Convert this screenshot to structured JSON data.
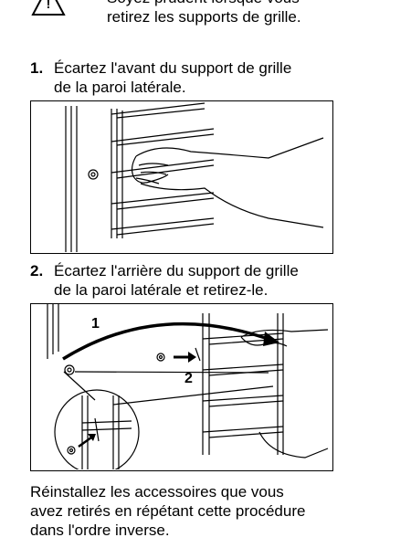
{
  "warning": {
    "icon": "warning-triangle-icon",
    "line1": "Soyez prudent lorsque vous",
    "line2": "retirez les supports de grille."
  },
  "steps": [
    {
      "number": "1.",
      "line1": "Écartez l'avant du support de grille",
      "line2": "de la paroi latérale."
    },
    {
      "number": "2.",
      "line1": "Écartez l'arrière du support de grille",
      "line2": "de la paroi latérale et retirez-le."
    }
  ],
  "figure2": {
    "callout1": "1",
    "callout2": "2"
  },
  "closing": {
    "line1": "Réinstallez les accessoires que vous",
    "line2": "avez retirés en répétant cette procédure",
    "line3": "dans l'ordre inverse."
  }
}
